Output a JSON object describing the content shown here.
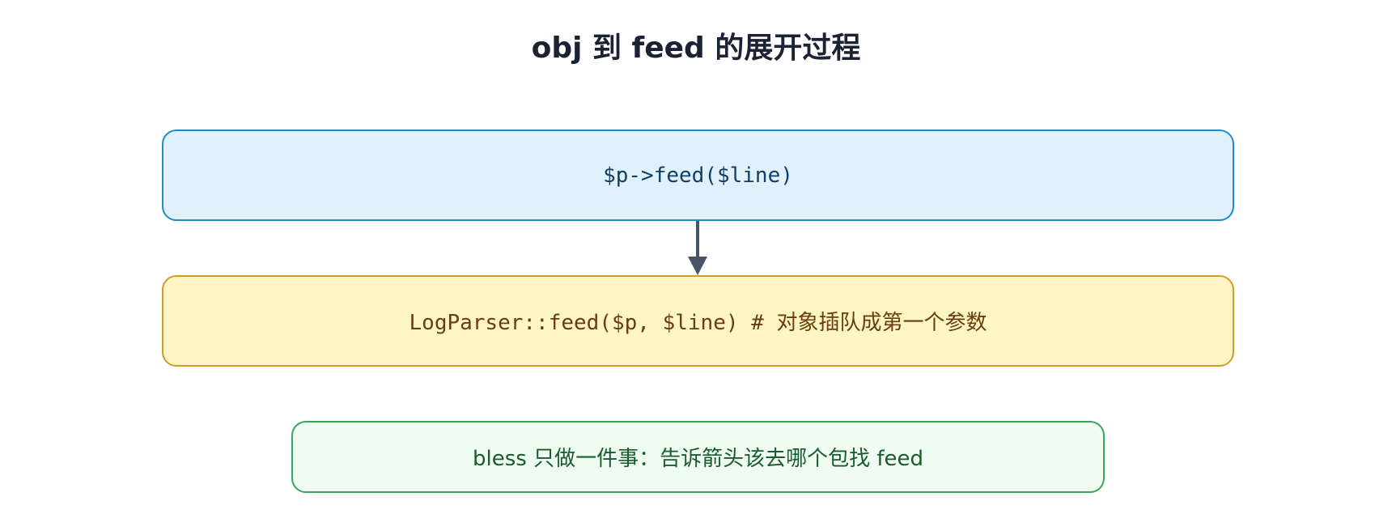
{
  "title": "obj 到 feed 的展开过程",
  "nodes": {
    "call": "$p->feed($line)",
    "expanded": "LogParser::feed($p, $line) # 对象插队成第一个参数",
    "note": "bless 只做一件事：告诉箭头该去哪个包找 feed"
  },
  "colors": {
    "call_fill": "#e0f1fc",
    "call_border": "#1f8ac8",
    "expanded_fill": "#fdf6c4",
    "expanded_border": "#d39b2a",
    "note_fill": "#effcf2",
    "note_border": "#3aa55a",
    "arrow": "#475467"
  }
}
